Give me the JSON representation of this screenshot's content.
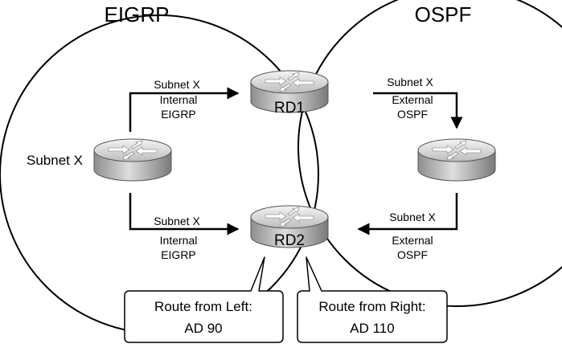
{
  "domains": {
    "left": "EIGRP",
    "right": "OSPF"
  },
  "routers": {
    "rd1": "RD1",
    "rd2": "RD2"
  },
  "subnet_label": "Subnet X",
  "route_labels": {
    "left_top": [
      "Subnet X",
      "Internal",
      "EIGRP"
    ],
    "left_bottom": [
      "Subnet X",
      "Internal",
      "EIGRP"
    ],
    "right_top": [
      "Subnet X",
      "External",
      "OSPF"
    ],
    "right_bottom": [
      "Subnet X",
      "External",
      "OSPF"
    ]
  },
  "callouts": {
    "left": [
      "Route from Left:",
      "AD 90"
    ],
    "right": [
      "Route from Right:",
      "AD 110"
    ]
  }
}
